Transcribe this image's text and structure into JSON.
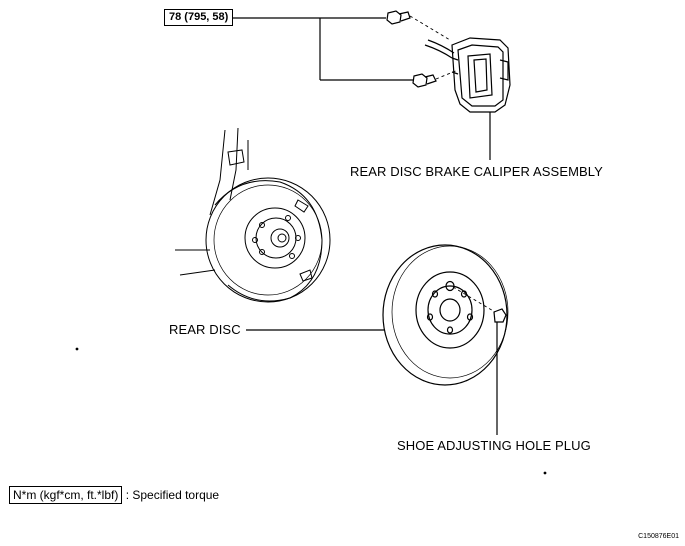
{
  "torque_box": "78 (795, 58)",
  "labels": {
    "caliper": "REAR DISC BRAKE CALIPER ASSEMBLY",
    "rear_disc": "REAR DISC",
    "hole_plug": "SHOE ADJUSTING HOLE PLUG"
  },
  "legend": {
    "box_text": "N*m (kgf*cm, ft.*lbf)",
    "description": ": Specified torque"
  },
  "figure_code": "C150876E01"
}
